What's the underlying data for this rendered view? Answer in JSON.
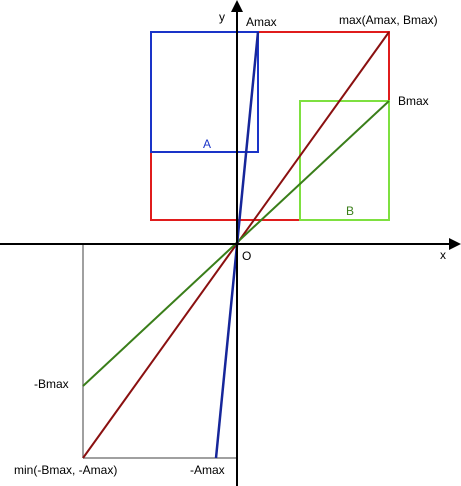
{
  "labels": {
    "y_axis": "y",
    "x_axis": "x",
    "origin": "O",
    "amax": "Amax",
    "max_ab": "max(Amax, Bmax)",
    "bmax": "Bmax",
    "box_a": "A",
    "box_b": "B",
    "neg_bmax": "-Bmax",
    "min_ab": "min(-Bmax, -Amax)",
    "neg_amax": "-Amax"
  },
  "colors": {
    "axes": "#000000",
    "box_a": "#1a34c8",
    "box_b": "#7ee040",
    "union_box": "#e01c1c",
    "line_a": "#16269a",
    "line_b": "#3a7e1a",
    "line_max": "#8a1010",
    "projection": "#808080"
  }
}
